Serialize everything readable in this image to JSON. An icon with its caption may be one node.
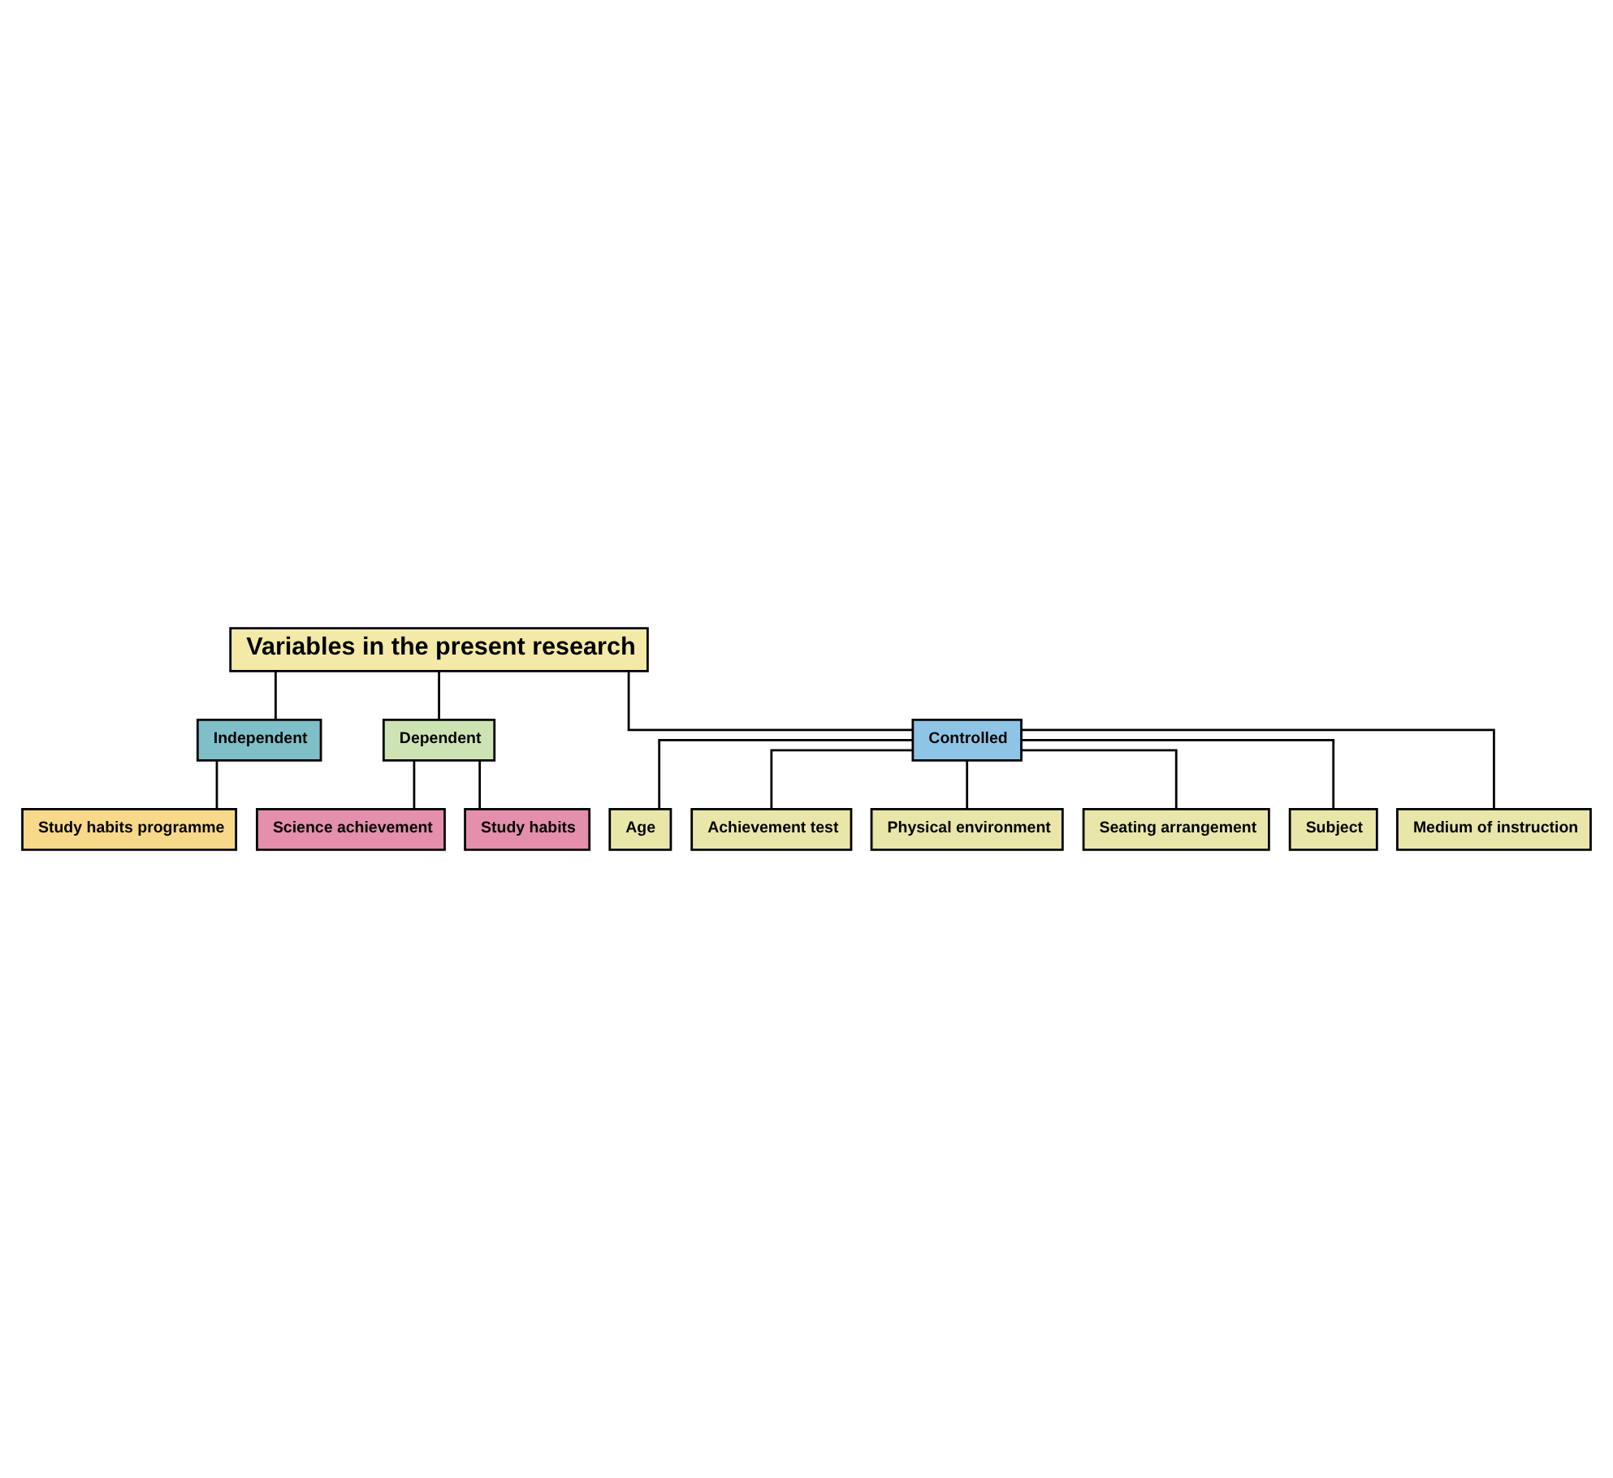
{
  "diagram": {
    "nodes": [
      {
        "text": [
          "Variables in the present research"
        ]
      },
      {
        "text": [
          "Independent"
        ]
      },
      {
        "text": [
          "Dependent"
        ]
      },
      {
        "text": [
          "Controlled"
        ]
      },
      {
        "text": [
          "Study habits programme"
        ]
      },
      {
        "text": [
          "Science achievement"
        ]
      },
      {
        "text": [
          "Study habits"
        ]
      },
      {
        "text": [
          "Age"
        ]
      },
      {
        "text": [
          "Achievement test"
        ]
      },
      {
        "text": [
          "Physical environment"
        ]
      },
      {
        "text": [
          "Seating arrangement"
        ]
      },
      {
        "text": [
          "Subject"
        ]
      },
      {
        "text": [
          "Medium of instruction"
        ]
      }
    ],
    "edges": [
      {
        "from": 0,
        "to": 1,
        "arrow": "none"
      },
      {
        "from": 0,
        "to": 2,
        "arrow": "none"
      },
      {
        "from": 0,
        "to": 3,
        "arrow": "none"
      },
      {
        "from": 1,
        "to": 4,
        "arrow": "none"
      },
      {
        "from": 2,
        "to": 5,
        "arrow": "none"
      },
      {
        "from": 2,
        "to": 6,
        "arrow": "none"
      },
      {
        "from": 3,
        "to": 7,
        "arrow": "none"
      },
      {
        "from": 3,
        "to": 8,
        "arrow": "none"
      },
      {
        "from": 3,
        "to": 9,
        "arrow": "none"
      },
      {
        "from": 3,
        "to": 10,
        "arrow": "none"
      },
      {
        "from": 3,
        "to": 11,
        "arrow": "none"
      },
      {
        "from": 3,
        "to": 12,
        "arrow": "none"
      }
    ]
  }
}
